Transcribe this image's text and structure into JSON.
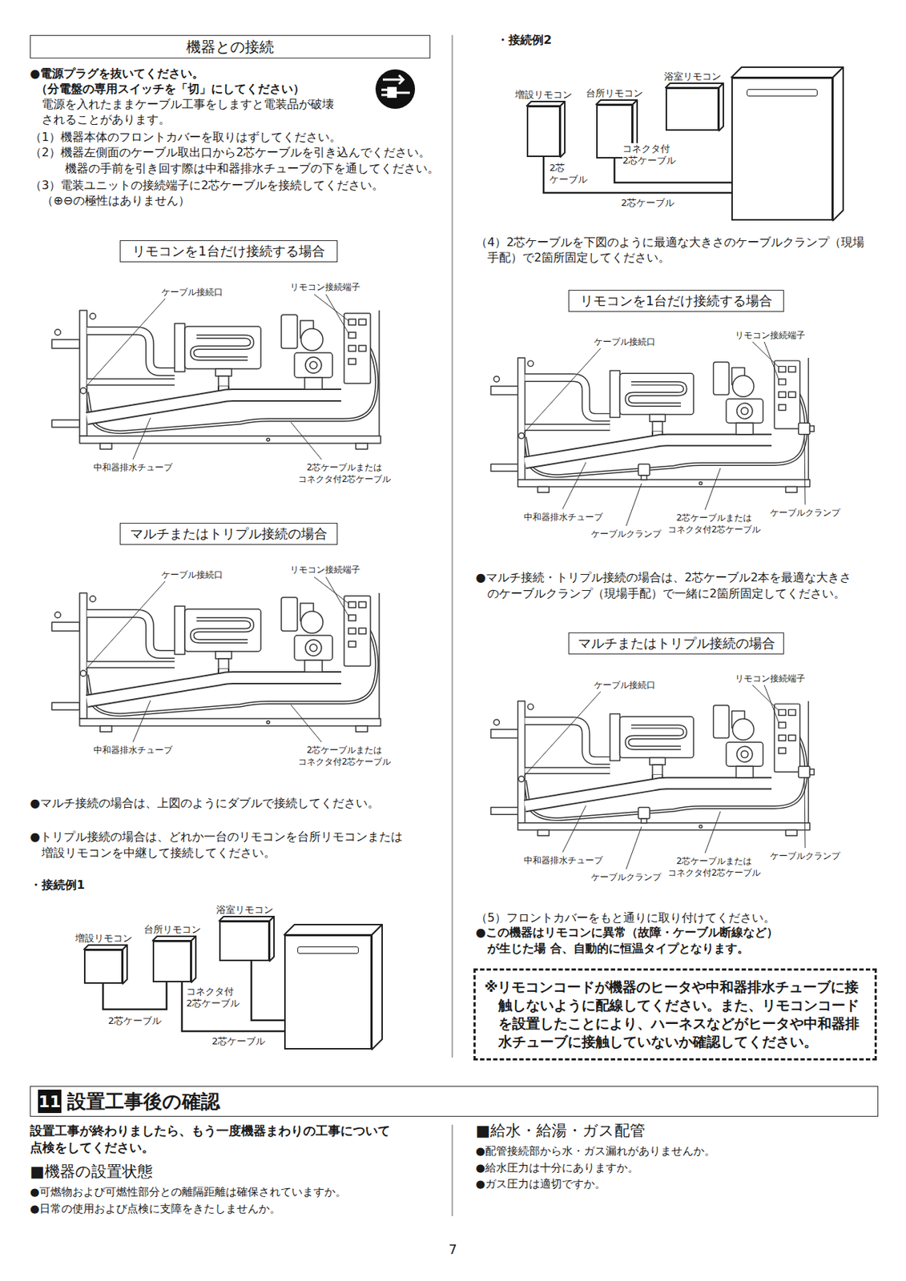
{
  "diagram": {
    "nodes": [
      {
        "text": [
          "機器との接続"
        ]
      },
      {
        "text": [
          "リモコンを1台だけ接続する場合"
        ]
      },
      {
        "text": [
          "マルチまたはトリプル接続の場合"
        ]
      },
      {
        "text": [
          "増設リモコン"
        ]
      },
      {
        "text": [
          "台所リモコン"
        ]
      },
      {
        "text": [
          "浴室リモコン"
        ]
      },
      {
        "text": []
      },
      {
        "text": [
          "増設リモコン"
        ]
      },
      {
        "text": [
          "台所リモコン"
        ]
      },
      {
        "text": [
          "浴室リモコン"
        ]
      },
      {
        "text": []
      },
      {
        "text": [
          "リモコンを1台だけ接続する場合"
        ]
      },
      {
        "text": [
          "マルチまたはトリプル接続の場合"
        ]
      },
      {
        "text": [
          "※リモコンコードが機器のヒータや中和器排水チューブに接 触しないように配線してください。また、リモコンコード を設置したことにより、ハーネスなどがヒータや中和器排 水チューブに接触していないか確認してください。"
        ]
      },
      {
        "text": [
          "11",
          "設置工事後の確認"
        ]
      }
    ],
    "edges": [
      {
        "from": 3,
        "to": 4,
        "arrow": "none",
        "label": "2芯ケーブル"
      },
      {
        "from": 5,
        "to": 6,
        "arrow": "none",
        "label": "コネクタ付 2芯ケーブル"
      },
      {
        "from": 4,
        "to": 6,
        "arrow": "none",
        "label": "2芯ケーブル"
      },
      {
        "from": 7,
        "to": 10,
        "arrow": "none",
        "label": "2芯 ケーブル"
      },
      {
        "from": 8,
        "to": 10,
        "arrow": "none",
        "label": "コネクタ付 2芯ケーブル"
      }
    ],
    "labels": [
      "●電源プラグを抜いてください。",
      "（分電盤の専用スイッチを「切」にしてください）",
      "電源を入れたままケーブル工事をしますと電装品が破壊 されることがあります。",
      "（1）機器本体のフロントカバーを取りはずしてください。",
      "（2）機器左側面のケーブル取出口から2芯ケーブルを引き込んでください。 機器の手前を引き回す際は中和器排水チューブの下を通してください。",
      "（3）電装ユニットの接続端子に2芯ケーブルを接続してください。 （⊕⊖の極性はありません）",
      "ケーブル接続口",
      "リモコン接続端子",
      "中和器排水チューブ",
      "2芯ケーブルまたは コネクタ付2芯ケーブル",
      "ケーブル接続口",
      "リモコン接続端子",
      "中和器排水チューブ",
      "2芯ケーブルまたは コネクタ付2芯ケーブル",
      "●マルチ接続の場合は、上図のようにダブルで接続してください。",
      "●トリプル接続の場合は、どれか一台のリモコンを台所リモコンまたは 増設リモコンを中継して接続してください。",
      "・接続例1",
      "・接続例2",
      "2芯ケーブル",
      "（4）2芯ケーブルを下図のように最適な大きさのケーブルクランプ（現場 手配）で2箇所固定してください。",
      "ケーブル接続口",
      "リモコン接続端子",
      "中和器排水チューブ",
      "ケーブルクランプ",
      "2芯ケーブルまたは コネクタ付2芯ケーブル",
      "ケーブルクランプ",
      "●マルチ接続・トリプル接続の場合は、2芯ケーブル2本を最適な大きさ のケーブルクランプ（現場手配）で一緒に2箇所固定してください。",
      "ケーブル接続口",
      "リモコン接続端子",
      "中和器排水チューブ",
      "ケーブルクランプ",
      "2芯ケーブルまたは コネクタ付2芯ケーブル",
      "ケーブルクランプ",
      "（5）フロントカバーをもと通りに取り付けてください。",
      "●この機器はリモコンに異常（故障・ケーブル断線など）が生じた場 合、自動的に恒温タイプとなります。",
      "設置工事が終わりましたら、もう一度機器まわりの工事について 点検をしてください。",
      "■機器の設置状態",
      "●可燃物および可燃性部分との離隔距離は確保されていますか。",
      "●日常の使用および点検に支障をきたしませんか。",
      "■給水・給湯・ガス配管",
      "●配管接続部から水・ガス漏れがありませんか。",
      "●給水圧力は十分にありますか。",
      "●ガス圧力は適切ですか。",
      "7"
    ]
  }
}
